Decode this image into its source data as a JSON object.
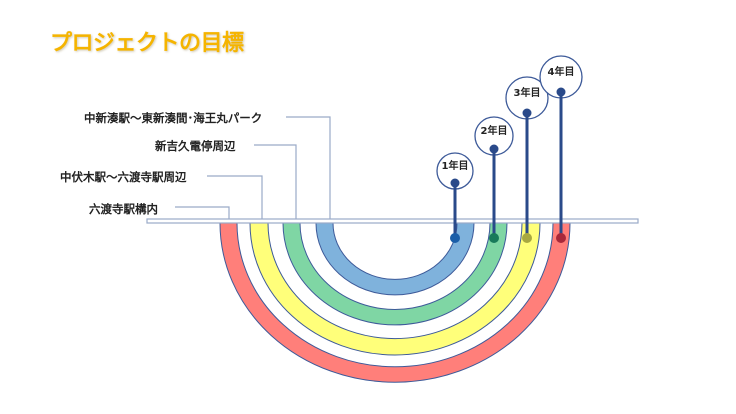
{
  "title": "プロジェクトの目標",
  "areas": [
    {
      "label": "中新湊駅～東新湊間･海王丸パーク",
      "color": "#7fb2dc",
      "dot": "#1a5ea8"
    },
    {
      "label": "新吉久電停周辺",
      "color": "#7fd6a4",
      "dot": "#187a5a"
    },
    {
      "label": "中伏木駅～六渡寺駅周辺",
      "color": "#ffff7a",
      "dot": "#a8a840"
    },
    {
      "label": "六渡寺駅構内",
      "color": "#ff7f7a",
      "dot": "#a8283a"
    }
  ],
  "milestones": [
    {
      "label": "1年目"
    },
    {
      "label": "2年目"
    },
    {
      "label": "3年目"
    },
    {
      "label": "4年目"
    }
  ],
  "colors": {
    "title": "#f5b400",
    "outline": "#3d5a99",
    "pin": "#2a4a8a",
    "leader": "#9aaac8"
  }
}
